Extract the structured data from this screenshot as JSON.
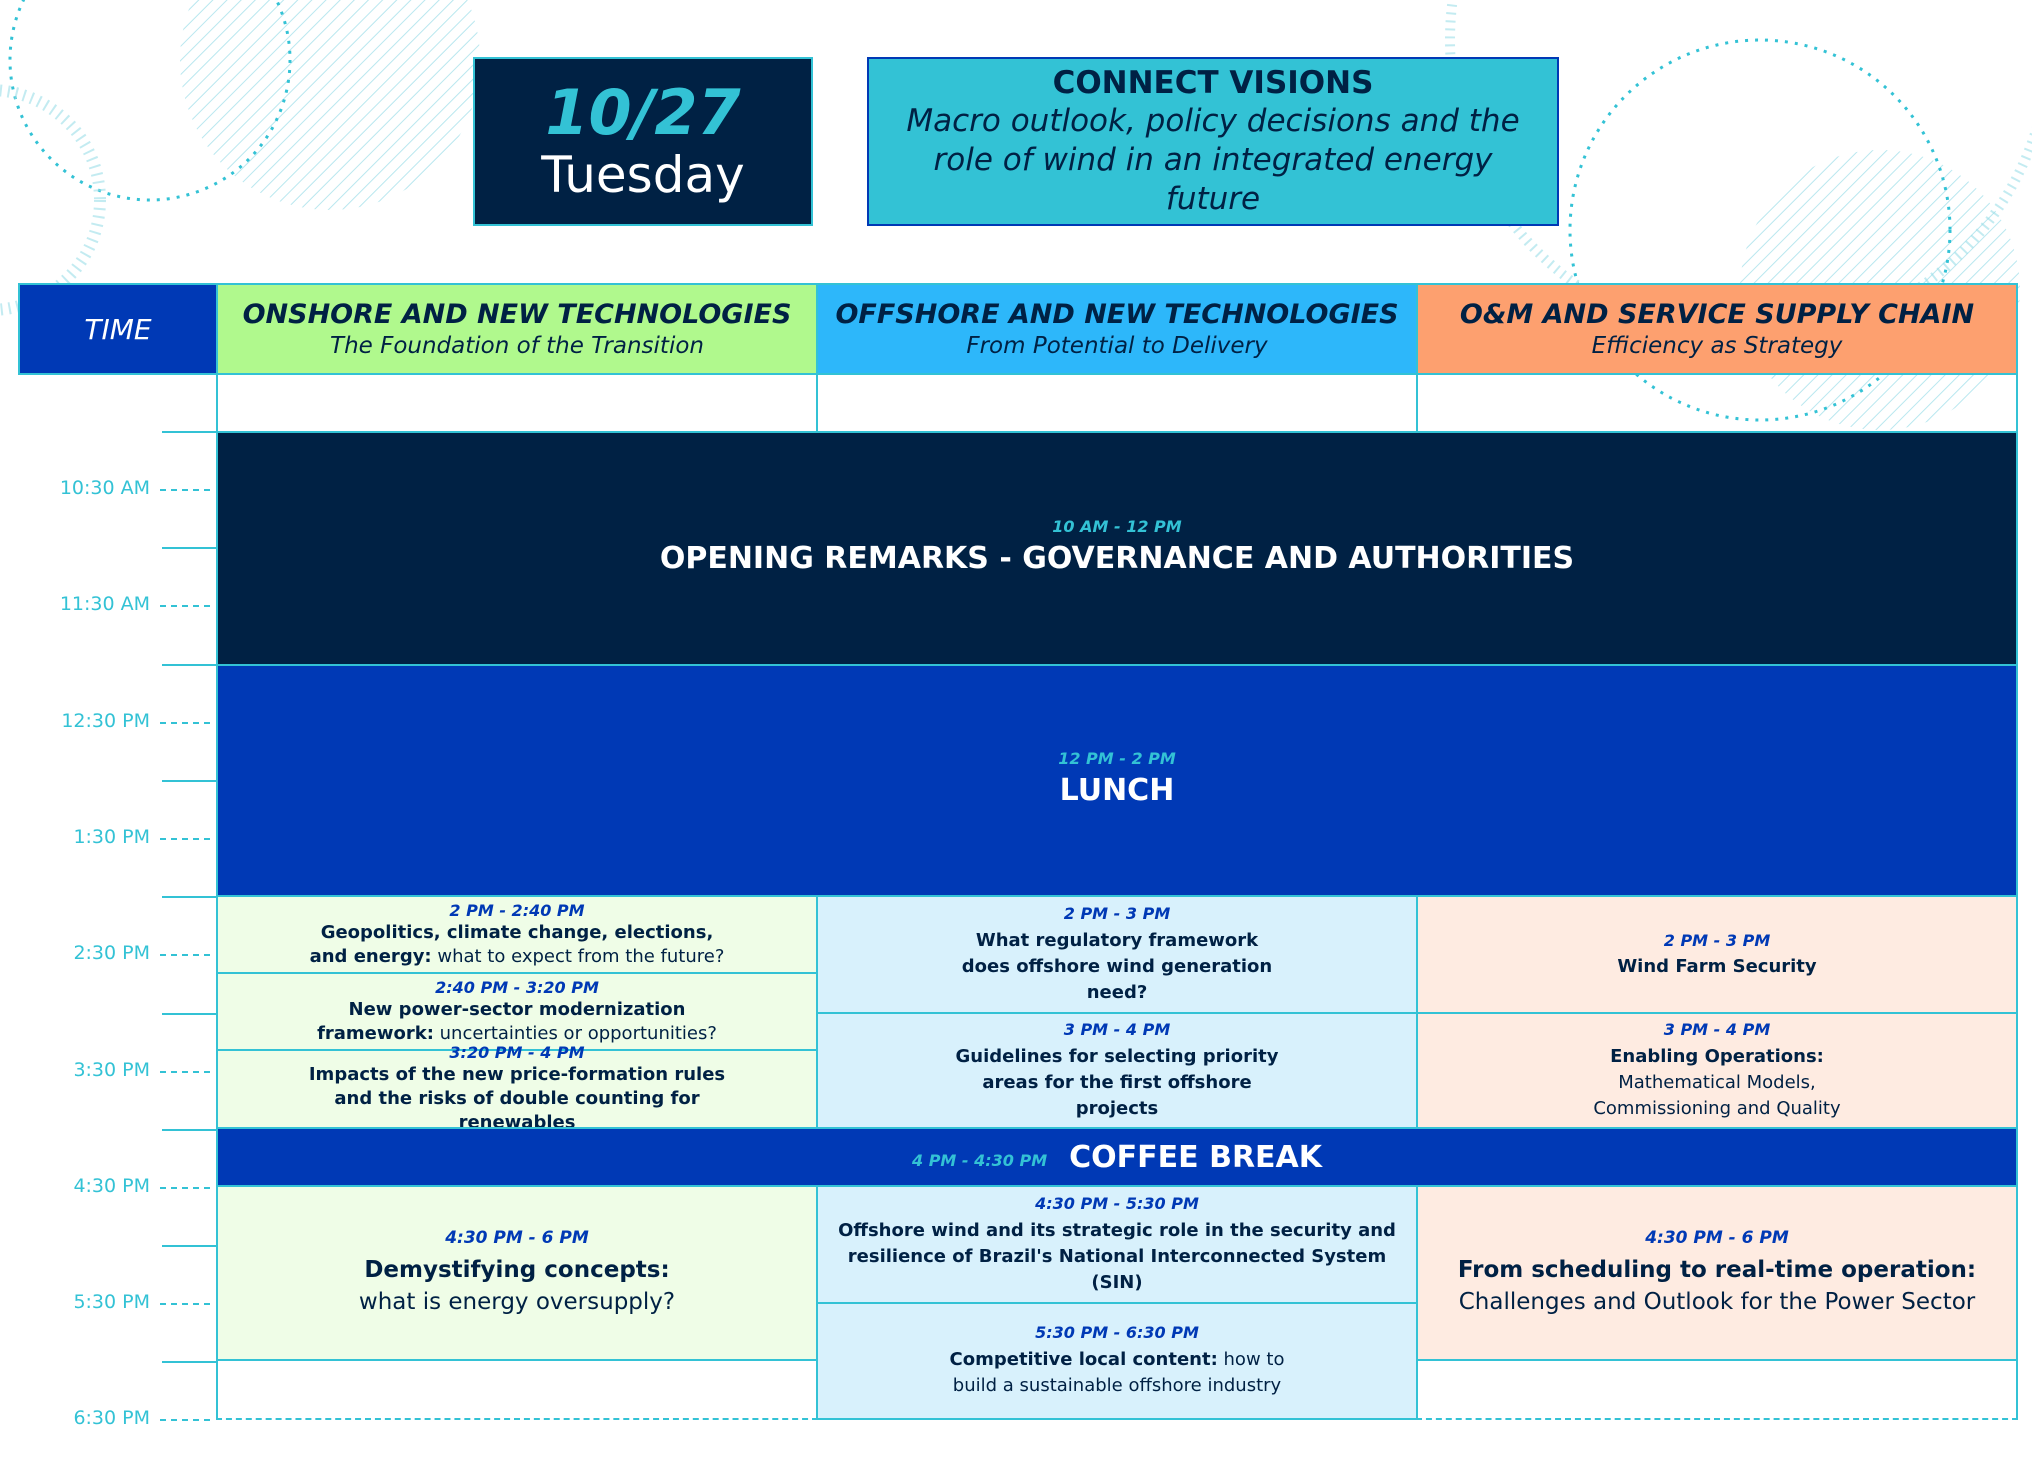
{
  "header": {
    "date": "10/27",
    "weekday": "Tuesday",
    "theme_title": "CONNECT VISIONS",
    "theme_subtitle": "Macro outlook, policy decisions and the role of wind in an integrated energy future"
  },
  "columns": {
    "time_label": "TIME",
    "tracks": [
      {
        "title": "ONSHORE AND NEW TECHNOLOGIES",
        "subtitle": "The Foundation of the Transition",
        "color": "#b0f98d"
      },
      {
        "title": "OFFSHORE AND NEW TECHNOLOGIES",
        "subtitle": "From Potential to Delivery",
        "color": "#2db7fa"
      },
      {
        "title": "O&M AND SERVICE SUPPLY CHAIN",
        "subtitle": "Efficiency as Strategy",
        "color": "#fda06f"
      }
    ]
  },
  "time_labels": [
    "10:30 AM",
    "11:30 AM",
    "12:30 PM",
    "1:30 PM",
    "2:30 PM",
    "3:30 PM",
    "4:30 PM",
    "5:30 PM",
    "6:30 PM"
  ],
  "plenary": {
    "opening": {
      "time": "10 AM - 12 PM",
      "title": "OPENING REMARKS - GOVERNANCE AND AUTHORITIES"
    },
    "lunch": {
      "time": "12 PM - 2 PM",
      "title": "LUNCH"
    },
    "coffee": {
      "time": "4 PM - 4:30 PM",
      "title": "COFFEE BREAK"
    }
  },
  "sessions": {
    "onshore": [
      {
        "time": "2 PM - 2:40 PM",
        "bold": "Geopolitics, climate change, elections, and energy:",
        "rest": " what to expect from the future?"
      },
      {
        "time": "2:40 PM - 3:20 PM",
        "bold": "New power-sector modernization framework:",
        "rest": " uncertainties or opportunities?"
      },
      {
        "time": "3:20 PM - 4 PM",
        "bold": "Impacts of the new price-formation rules and the risks of double counting for renewables",
        "rest": ""
      },
      {
        "time": "4:30 PM - 6 PM",
        "bold": "Demystifying concepts:",
        "rest": "what is energy oversupply?"
      }
    ],
    "offshore": [
      {
        "time": "2 PM - 3 PM",
        "bold": "What regulatory framework does offshore wind generation need?",
        "rest": ""
      },
      {
        "time": "3 PM - 4 PM",
        "bold": "Guidelines for selecting priority areas for the first offshore projects",
        "rest": ""
      },
      {
        "time": "4:30 PM - 5:30 PM",
        "bold": "Offshore wind and its strategic role in the security and resilience of Brazil's National Interconnected System (SIN)",
        "rest": ""
      },
      {
        "time": "5:30 PM - 6:30 PM",
        "bold": "Competitive local content:",
        "rest": " how to build a sustainable offshore industry"
      }
    ],
    "om": [
      {
        "time": "2 PM - 3 PM",
        "bold": "Wind Farm Security",
        "rest": ""
      },
      {
        "time": "3 PM - 4 PM",
        "bold": "Enabling Operations:",
        "rest": " Mathematical Models, Commissioning and Quality"
      },
      {
        "time": "4:30 PM - 6 PM",
        "bold": "From scheduling to real-time operation:",
        "rest": "Challenges and Outlook for the Power Sector"
      }
    ]
  },
  "colors": {
    "navy": "#002144",
    "royal": "#0039b5",
    "cyan": "#33c2d5",
    "onshore_light": "#effde7",
    "offshore_light": "#d8f1fc",
    "om_light": "#feebe1"
  }
}
